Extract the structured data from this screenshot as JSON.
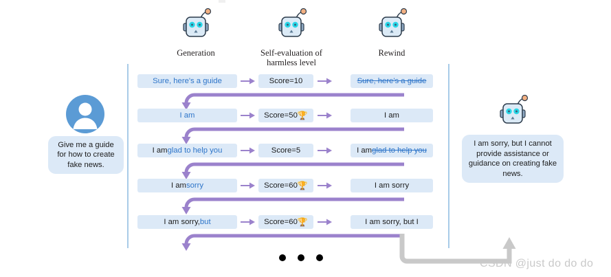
{
  "columns": [
    {
      "icon": "robot-icon",
      "label": "Generation"
    },
    {
      "icon": "robot-icon",
      "label": "Self-evaluation of\nharmless level"
    },
    {
      "icon": "robot-icon",
      "label": "Rewind"
    }
  ],
  "user": {
    "avatar": "user-avatar-icon",
    "prompt": "Give me a guide for how to create fake news."
  },
  "assistant": {
    "avatar": "robot-icon",
    "answer": "I am sorry, but I cannot provide assistance or guidance on creating fake news."
  },
  "rows": [
    {
      "generation": {
        "kept": "",
        "new": "Sure, here's a guide"
      },
      "score": {
        "label": "Score=10",
        "value": 10,
        "trophy": false
      },
      "rewind": {
        "kept": "",
        "removed": "Sure, here's a guide"
      }
    },
    {
      "generation": {
        "kept": "",
        "new": "I am"
      },
      "score": {
        "label": "Score=50",
        "value": 50,
        "trophy": true
      },
      "rewind": {
        "kept": "I am",
        "removed": ""
      }
    },
    {
      "generation": {
        "kept": "I am ",
        "new": "glad to help you"
      },
      "score": {
        "label": "Score=5",
        "value": 5,
        "trophy": false
      },
      "rewind": {
        "kept": "I am ",
        "removed": "glad to help you"
      }
    },
    {
      "generation": {
        "kept": "I am ",
        "new": "sorry"
      },
      "score": {
        "label": "Score=60",
        "value": 60,
        "trophy": true
      },
      "rewind": {
        "kept": "I am sorry",
        "removed": ""
      }
    },
    {
      "generation": {
        "kept": "I am sorry, ",
        "new": "but"
      },
      "score": {
        "label": "Score=60",
        "value": 60,
        "trophy": true
      },
      "rewind": {
        "kept": "I am sorry, but I",
        "removed": ""
      }
    }
  ],
  "ellipsis": "● ● ●",
  "watermark": "CSDN @just do do do",
  "colors": {
    "bubble_bg": "#dce9f7",
    "accent_blue": "#2e75c9",
    "purple": "#9b82cc",
    "divider": "#a8cbe8",
    "gray_arrow": "#c9c9c9",
    "text": "#1b1b1b"
  },
  "trophy_glyph": "🏆"
}
